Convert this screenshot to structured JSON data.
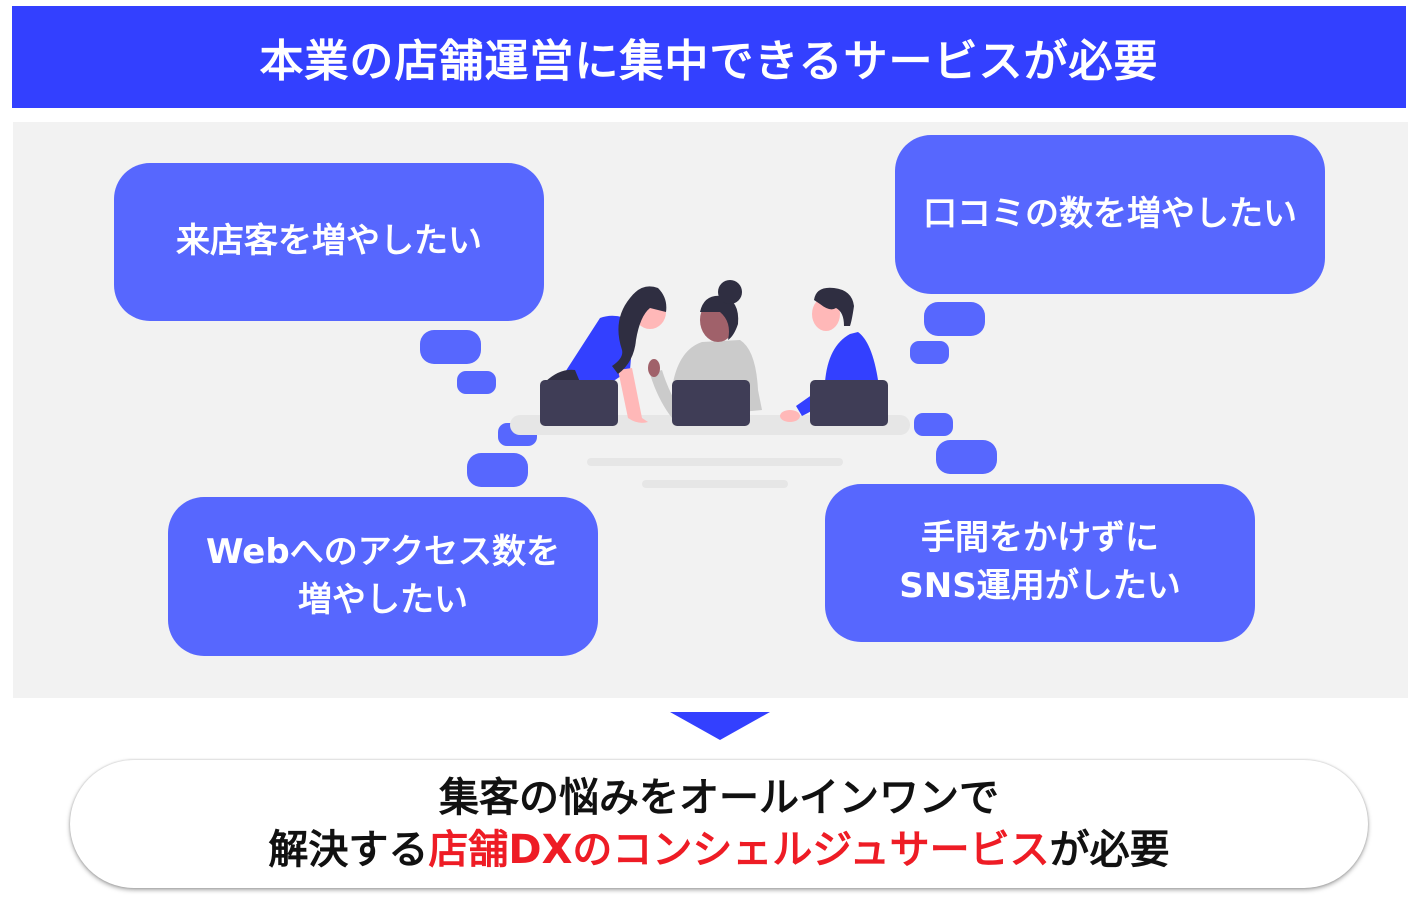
{
  "header": {
    "title": "本業の店舗運営に集中できるサービスが必要"
  },
  "needs": [
    {
      "id": "visitors",
      "text": "来店客を増やしたい"
    },
    {
      "id": "reviews",
      "text": "口コミの数を増やしたい"
    },
    {
      "id": "web-access",
      "line1": "Webへのアクセス数を",
      "line2": "増やしたい"
    },
    {
      "id": "sns",
      "line1": "手間をかけずに",
      "line2": "SNS運用がしたい"
    }
  ],
  "illustration": {
    "label": "three people meeting with laptops"
  },
  "result": {
    "line1": "集客の悩みをオールインワンで",
    "line2_prefix": "解決する",
    "line2_highlight": "店舗DXのコンシェルジュサービス",
    "line2_suffix": "が必要"
  },
  "colors": {
    "header_bg": "#3340ff",
    "bubble_bg": "#5767fe",
    "panel_bg": "#f2f2f2",
    "highlight": "#ee1c25"
  }
}
